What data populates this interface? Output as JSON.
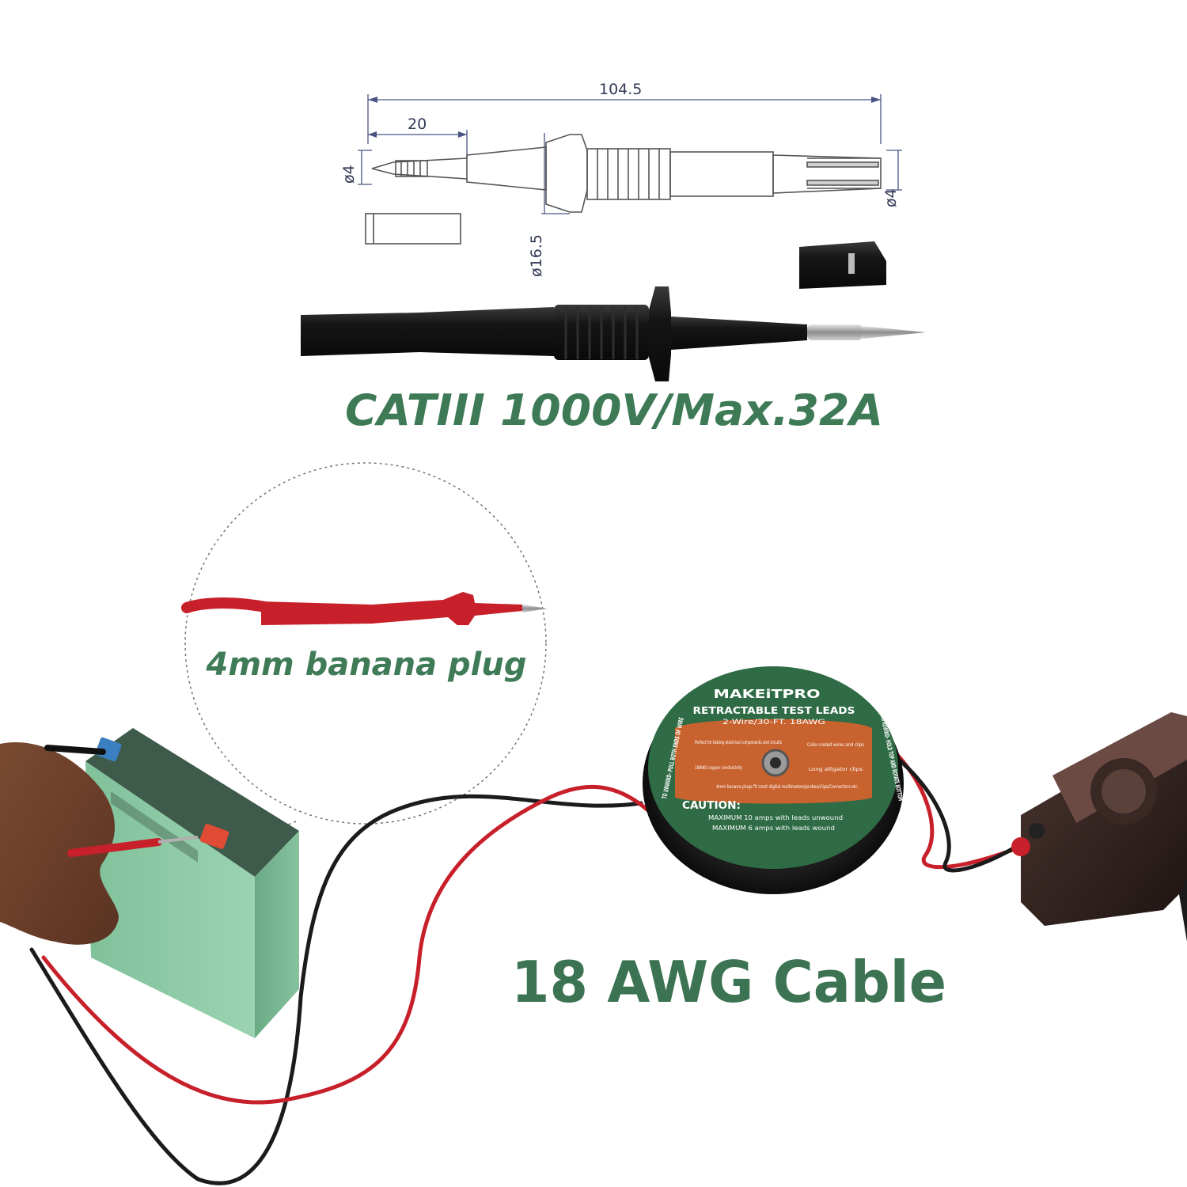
{
  "drawing": {
    "dim_total": "104.5",
    "dim_tip": "20",
    "dim_dia_tip": "ø4",
    "dim_dia_end": "ø4",
    "dim_dia_flange": "ø16.5"
  },
  "rating_text": "CATIII 1000V/Max.32A",
  "callout_text": "4mm banana plug",
  "cable_text": "18 AWG Cable",
  "reel": {
    "brand": "MAKEiTPRO",
    "title": "RETRACTABLE TEST LEADS",
    "subtitle": "2-Wire/30-FT. 18AWG",
    "left_arc": "TO UNWIND- PULL BOTH ENDS OF WIRE",
    "right_arc": "TO REWIND- HOLD TOP AND ROTATE BOTTOM",
    "features": [
      "Perfect for testing electrical components and circuits",
      "Color-coded wires and clips",
      "18AWG copper conductivity",
      "Long alligator clips",
      "4mm banana plugs fit most digital multimeters/probes/clips/Connectors etc."
    ],
    "caution_title": "CAUTION:",
    "caution_lines": [
      "MAXIMUM 10 amps with leads unwound",
      "MAXIMUM 6 amps with leads wound"
    ]
  },
  "colors": {
    "accent_green": "#3d7a55",
    "reel_green": "#2f6b45",
    "reel_orange": "#c8622e",
    "lead_red": "#c8202a",
    "lead_black": "#1b1b1b",
    "battery_green": "#8fcca6"
  }
}
